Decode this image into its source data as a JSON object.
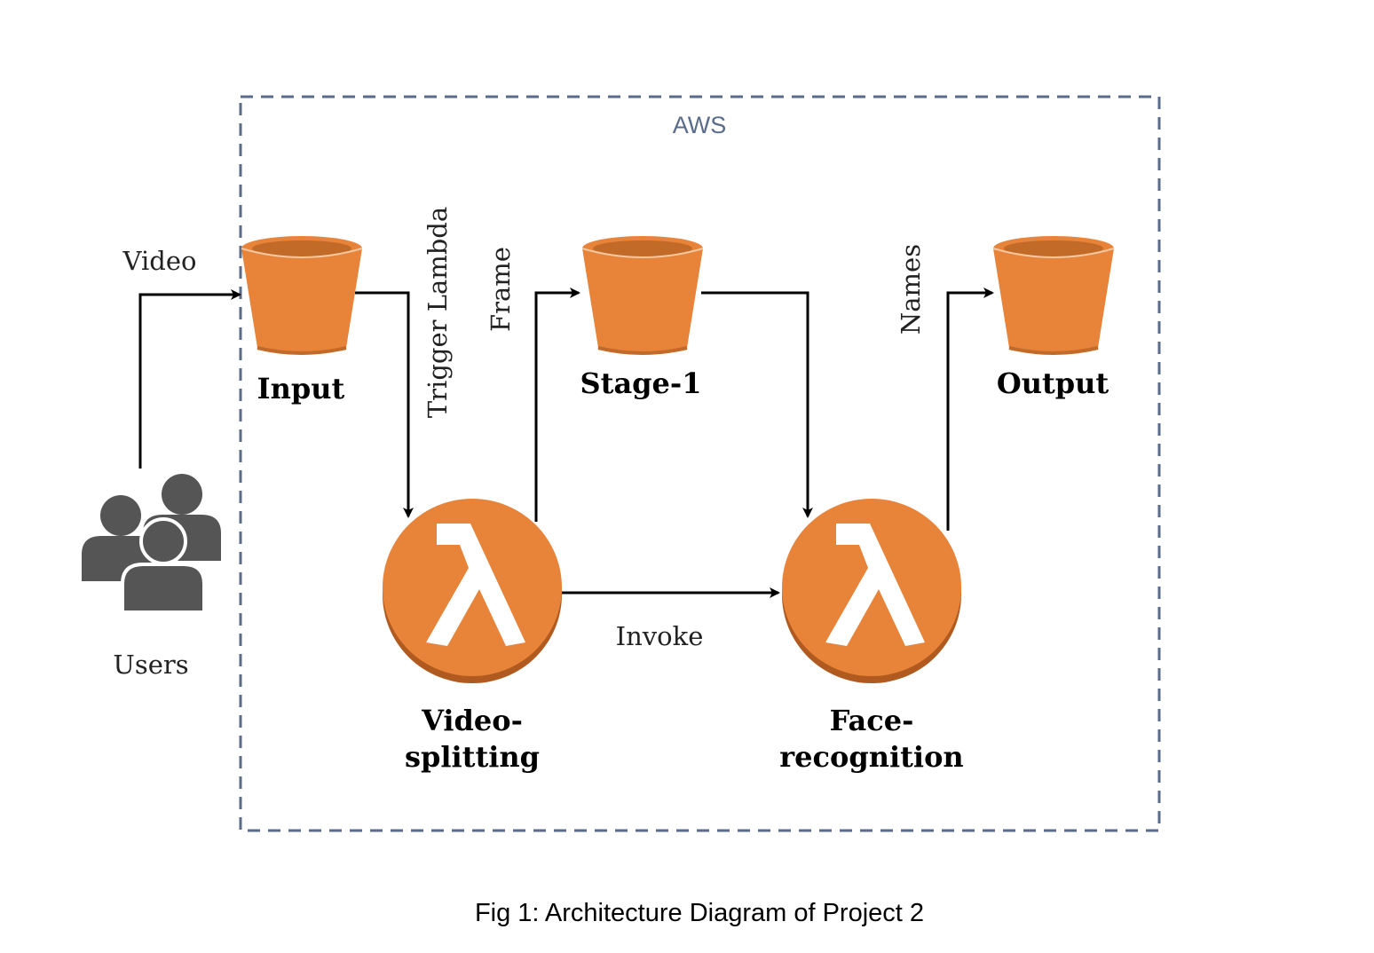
{
  "group": {
    "label": "AWS",
    "border_color": "#5a6b8c"
  },
  "nodes": {
    "users": {
      "label": "Users",
      "icon": "users-icon",
      "color": "#555555"
    },
    "input": {
      "label": "Input",
      "icon": "s3-bucket-icon"
    },
    "stage1": {
      "label": "Stage-1",
      "icon": "s3-bucket-icon"
    },
    "output": {
      "label": "Output",
      "icon": "s3-bucket-icon"
    },
    "video_splitting": {
      "label_line1": "Video-",
      "label_line2": "splitting",
      "icon": "lambda-icon"
    },
    "face_recognition": {
      "label_line1": "Face-",
      "label_line2": "recognition",
      "icon": "lambda-icon"
    }
  },
  "edges": {
    "video": "Video",
    "trigger": "Trigger Lambda",
    "frame": "Frame",
    "invoke": "Invoke",
    "names": "Names"
  },
  "caption": "Fig 1: Architecture Diagram of Project 2",
  "colors": {
    "orange": "#e8833a",
    "orange_dark": "#c26a28",
    "orange_light": "#f0a060",
    "lambda_glyph": "#ffffff",
    "arrow": "#000000"
  }
}
